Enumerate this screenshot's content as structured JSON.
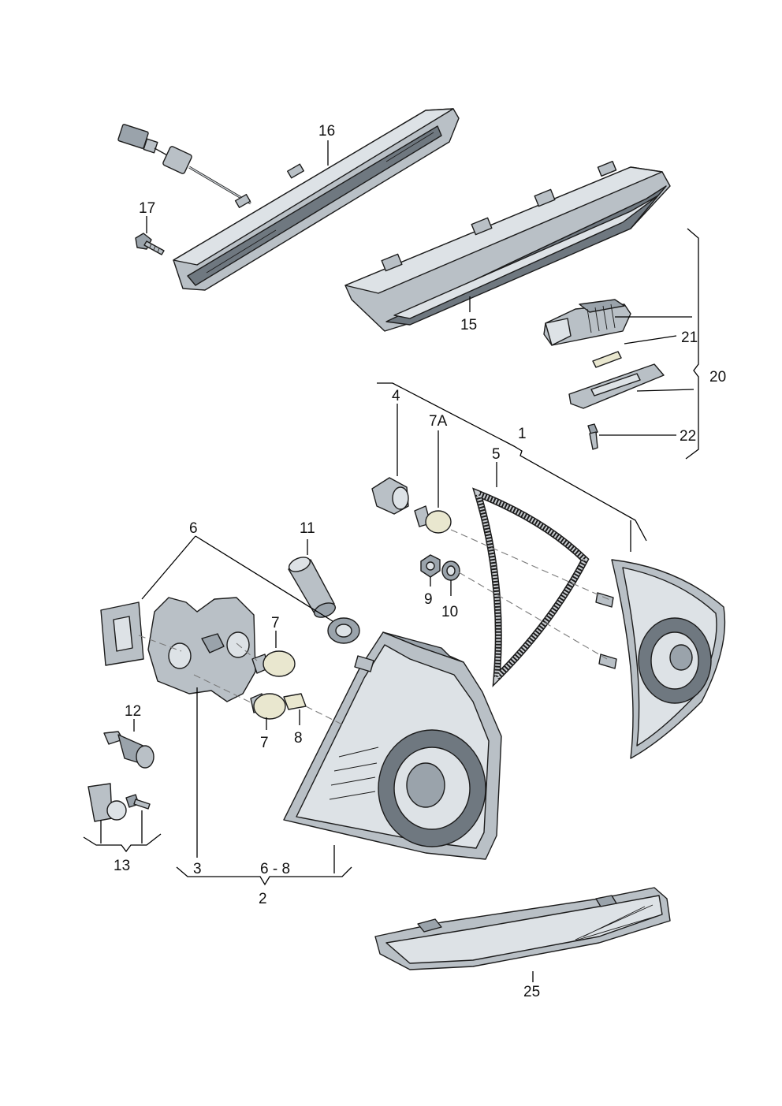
{
  "callouts": {
    "c1": "1",
    "c2": "2",
    "c3": "3",
    "c4": "4",
    "c5": "5",
    "c6": "6",
    "c7a": "7",
    "c7b": "7",
    "c7A": "7A",
    "c8": "8",
    "c9": "9",
    "c10": "10",
    "c11": "11",
    "c12": "12",
    "c13": "13",
    "c15": "15",
    "c16": "16",
    "c17": "17",
    "c20": "20",
    "c21": "21",
    "c22": "22",
    "c25": "25",
    "c68": "6 - 8"
  },
  "colors": {
    "line": "#000000",
    "part_fill": "#b9c0c6",
    "part_light": "#dde2e6",
    "part_dark": "#6f7880",
    "bulb": "#e9e7cf",
    "dashed_axis": "#7a7a7a"
  }
}
